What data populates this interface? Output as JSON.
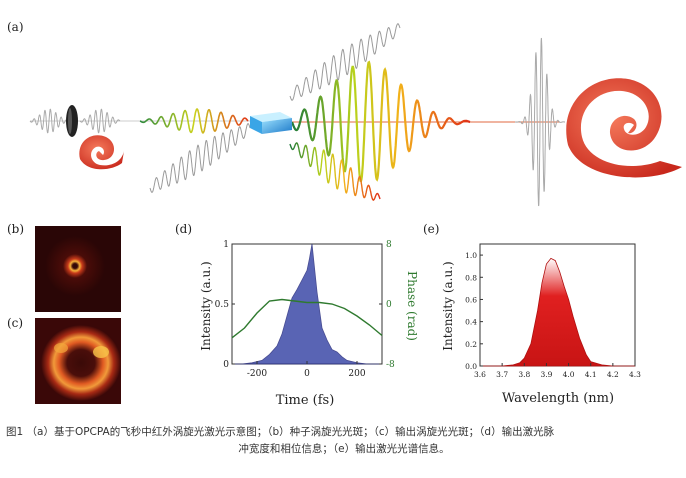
{
  "panels": {
    "a": "(a)",
    "b": "(b)",
    "c": "(c)",
    "d": "(d)",
    "e": "(e)"
  },
  "chart_d": {
    "type": "area",
    "xlabel": "Time (fs)",
    "ylabel": "Intensity (a.u.)",
    "y2label": "Phase (rad)",
    "xlim": [
      -300,
      300
    ],
    "ylim": [
      0,
      1
    ],
    "y2lim": [
      -8,
      8
    ],
    "xticks": [
      "-200",
      "0",
      "200"
    ],
    "yticks": [
      "0",
      "0.5",
      "1"
    ],
    "y2ticks": [
      "-8",
      "0",
      "8"
    ],
    "colors": {
      "intensity": "#3d4aa8",
      "phase": "#2f7a2f"
    }
  },
  "chart_e": {
    "type": "area",
    "xlabel": "Wavelength (nm)",
    "ylabel": "Intensity (a.u.)",
    "xlim": [
      3.6,
      4.3
    ],
    "ylim": [
      0,
      1.1
    ],
    "xticks": [
      "3.6",
      "3.7",
      "3.8",
      "3.9",
      "4.0",
      "4.1",
      "4.2",
      "4.3"
    ],
    "yticks": [
      "0.0",
      "0.2",
      "0.4",
      "0.6",
      "0.8",
      "1.0"
    ],
    "colors": {
      "fill": "#e02020"
    }
  },
  "chart_data": [
    {
      "type": "area",
      "xlabel": "Time (fs)",
      "ylabel": "Intensity (a.u.)",
      "y2label": "Phase (rad)",
      "xlim": [
        -300,
        300
      ],
      "ylim": [
        0,
        1
      ],
      "y2lim": [
        -8,
        8
      ],
      "series": [
        {
          "name": "Intensity",
          "x": [
            -300,
            -260,
            -220,
            -180,
            -150,
            -120,
            -100,
            -80,
            -60,
            -40,
            -20,
            0,
            10,
            20,
            30,
            40,
            50,
            60,
            80,
            100,
            120,
            140,
            160,
            200,
            240,
            300
          ],
          "y": [
            0,
            0,
            0.01,
            0.03,
            0.08,
            0.15,
            0.25,
            0.4,
            0.55,
            0.62,
            0.7,
            0.78,
            0.88,
            1.0,
            0.8,
            0.6,
            0.45,
            0.3,
            0.2,
            0.12,
            0.1,
            0.06,
            0.03,
            0.01,
            0,
            0
          ]
        },
        {
          "name": "Phase",
          "x": [
            -300,
            -250,
            -200,
            -150,
            -100,
            -50,
            0,
            50,
            100,
            150,
            200,
            250,
            300
          ],
          "y": [
            -4.5,
            -3.2,
            -1.2,
            0.4,
            0.6,
            0.4,
            0.2,
            0.2,
            0.0,
            -0.6,
            -1.6,
            -2.8,
            -4.2
          ]
        }
      ]
    },
    {
      "type": "area",
      "xlabel": "Wavelength (nm)",
      "ylabel": "Intensity (a.u.)",
      "xlim": [
        3.6,
        4.3
      ],
      "ylim": [
        0,
        1.1
      ],
      "x": [
        3.6,
        3.7,
        3.75,
        3.78,
        3.8,
        3.83,
        3.86,
        3.88,
        3.9,
        3.92,
        3.94,
        3.96,
        3.98,
        4.0,
        4.02,
        4.05,
        4.08,
        4.1,
        4.15,
        4.2,
        4.3
      ],
      "y": [
        0,
        0,
        0.01,
        0.03,
        0.07,
        0.2,
        0.5,
        0.75,
        0.92,
        0.97,
        0.95,
        0.85,
        0.72,
        0.6,
        0.45,
        0.25,
        0.1,
        0.04,
        0.01,
        0,
        0
      ]
    }
  ],
  "caption": {
    "line1": "图1 （a）基于OPCPA的飞秒中红外涡旋光激光示意图；（b）种子涡旋光光斑；（c）输出涡旋光光斑；（d）输出激光脉",
    "line2": "冲宽度和相位信息；（e）输出激光光谱信息。"
  }
}
